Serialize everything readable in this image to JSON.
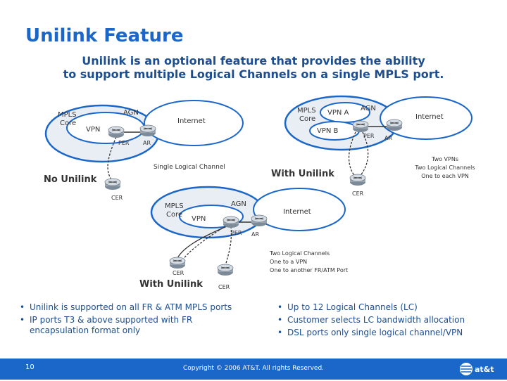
{
  "title": "Unilink Feature",
  "subtitle_line1": "Unilink is an optional feature that provides the ability",
  "subtitle_line2": "to support multiple Logical Channels on a single MPLS port.",
  "diagram": {
    "left": {
      "mpls_core_1": "MPLS",
      "mpls_core_2": "Core",
      "agn": "AGN",
      "vpn": "VPN",
      "internet": "Internet",
      "per": "PER",
      "ar": "AR",
      "single_channel": "Single Logical Channel",
      "caption": "No Unilink",
      "cer": "CER"
    },
    "right": {
      "mpls_core_1": "MPLS",
      "mpls_core_2": "Core",
      "agn": "AGN",
      "vpn_a": "VPN A",
      "vpn_b": "VPN B",
      "internet": "Internet",
      "per": "PER",
      "ar": "AR",
      "caption": "With Unilink",
      "cer": "CER",
      "note_1": "Two VPNs",
      "note_2": "Two Logical Channels",
      "note_3": "One to each VPN"
    },
    "bottom": {
      "mpls_core_1": "MPLS",
      "mpls_core_2": "Core",
      "agn": "AGN",
      "vpn": "VPN",
      "internet": "Internet",
      "per": "PER",
      "ar": "AR",
      "cer_left": "CER",
      "cer_right": "CER",
      "caption": "With Unilink",
      "note_1": "Two Logical Channels",
      "note_2": "One to a VPN",
      "note_3": "One to another FR/ATM Port"
    }
  },
  "bullets_left": [
    "Unilink is supported on all FR & ATM MPLS ports",
    "IP ports T3 & above supported with FR",
    "encapsulation format only"
  ],
  "bullets_right": [
    "Up to 12 Logical Channels (LC)",
    "Customer selects LC bandwidth allocation",
    "DSL ports only single logical channel/VPN"
  ],
  "footer": {
    "page_number": "10",
    "copyright": "Copyright © 2006 AT&T. All rights Reserved."
  },
  "logo_text": "at&t",
  "colors": {
    "title": "#1a66c9",
    "cloud_stroke": "#1a66c9",
    "footer": "#1a66c9"
  }
}
